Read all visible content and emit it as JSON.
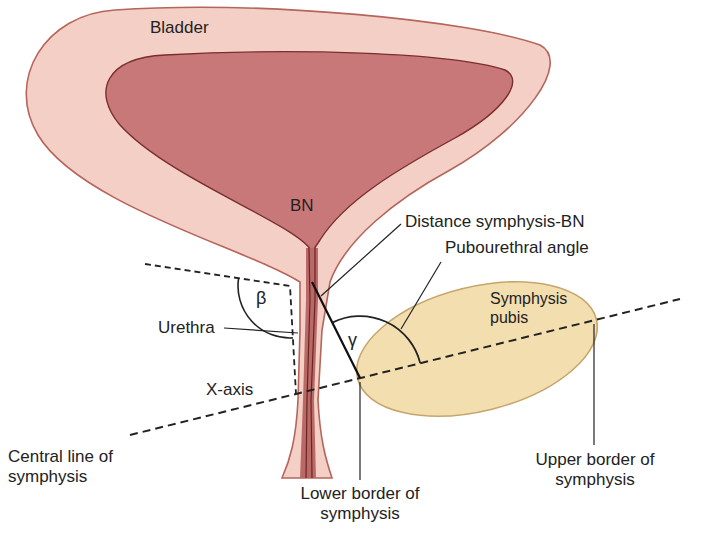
{
  "diagram": {
    "nodes": [
      {
        "text": [
          "Bladder"
        ]
      },
      {
        "text": [
          "Symphysis pubis"
        ]
      }
    ],
    "labels": [
      "BN",
      "Distance symphysis-BN",
      "Pubourethral angle",
      "β",
      "γ",
      "Urethra",
      "X-axis",
      "Central line of symphysis",
      "Upper border of symphysis",
      "Lower border of symphysis"
    ]
  }
}
